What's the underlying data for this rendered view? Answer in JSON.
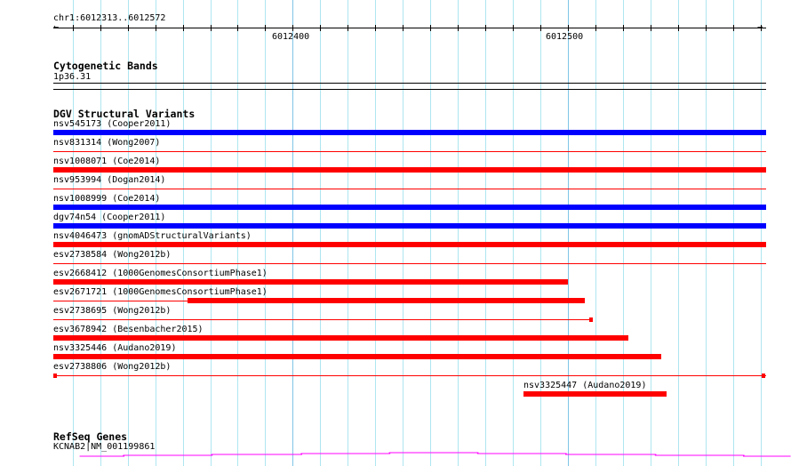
{
  "ruler": {
    "range_label": "chr1:6012313..6012572",
    "start": 6012313,
    "end": 6012572,
    "major_labels": [
      "6012400",
      "6012500"
    ]
  },
  "cyto": {
    "title": "Cytogenetic Bands",
    "band": "1p36.31"
  },
  "dgv": {
    "title": "DGV Structural Variants",
    "features": [
      {
        "label": "nsv545173 (Cooper2011)",
        "color": "#0000ff",
        "style": "thick"
      },
      {
        "label": "nsv831314 (Wong2007)",
        "color": "#ff0000",
        "style": "thin"
      },
      {
        "label": "nsv1008071 (Coe2014)",
        "color": "#ff0000",
        "style": "thick"
      },
      {
        "label": "nsv953994 (Dogan2014)",
        "color": "#ff0000",
        "style": "thin"
      },
      {
        "label": "nsv1008999 (Coe2014)",
        "color": "#0000ff",
        "style": "thick"
      },
      {
        "label": "dgv74n54 (Cooper2011)",
        "color": "#0000ff",
        "style": "thick"
      },
      {
        "label": "nsv4046473 (gnomADStructuralVariants)",
        "color": "#ff0000",
        "style": "thick"
      },
      {
        "label": "esv2738584 (Wong2012b)",
        "color": "#ff0000",
        "style": "thin"
      },
      {
        "label": "esv2668412 (1000GenomesConsortiumPhase1)",
        "color": "#ff0000",
        "style": "thick"
      },
      {
        "label": "esv2671721 (1000GenomesConsortiumPhase1)",
        "color": "#ff0000",
        "style": "mixed"
      },
      {
        "label": "esv2738695 (Wong2012b)",
        "color": "#ff0000",
        "style": "thin-end"
      },
      {
        "label": "esv3678942 (Besenbacher2015)",
        "color": "#ff0000",
        "style": "thick"
      },
      {
        "label": "nsv3325446 (Audano2019)",
        "color": "#ff0000",
        "style": "thick"
      },
      {
        "label": "esv2738806 (Wong2012b)",
        "color": "#ff0000",
        "style": "thin-ends"
      },
      {
        "label": "nsv3325447 (Audano2019)",
        "color": "#ff0000",
        "style": "thick"
      }
    ]
  },
  "refseq": {
    "title": "RefSeq Genes",
    "gene": "KCNAB2|NM_001199861",
    "color": "#ff00ff"
  }
}
